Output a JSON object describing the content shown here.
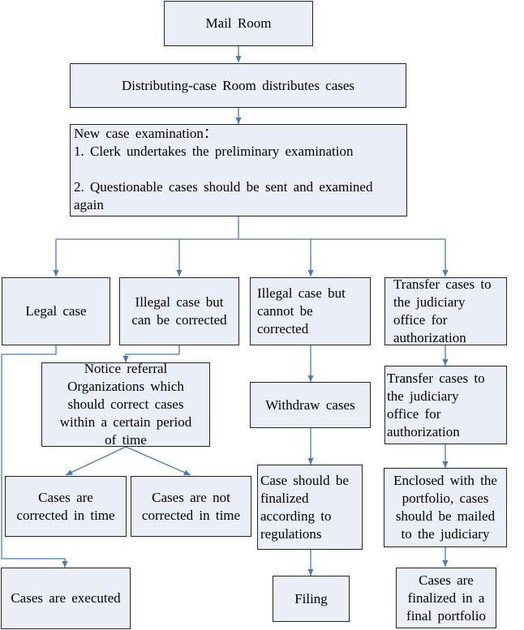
{
  "colors": {
    "box_fill": "#e9eef7",
    "box_border": "#222222",
    "arrow": "#4a7bb5"
  },
  "nodes": {
    "mail_room": "Mail  Room",
    "distributing": "Distributing-case  Room  distributes  cases",
    "exam_title": "New  case examination：",
    "exam_item1": "1. Clerk  undertakes the  preliminary  examination",
    "exam_item2": "2.  Questionable  cases should  be  sent  and  examined\n    again",
    "legal_case": "Legal  case",
    "illegal_correctable": "Illegal  case  but\ncan  be  corrected",
    "illegal_not_correctable": "Illegal  case  but\ncannot  be\ncorrected",
    "transfer_1": "Transfer  cases to\nthe  judiciary\noffice  for\nauthorization",
    "notice_referral": "Notice  referral\nOrganizations which\nshould correct cases\nwithin a certain period\nof time",
    "withdraw": "Withdraw  cases",
    "transfer_2": "Transfer  cases to\nthe  judiciary\noffice  for\nauthorization",
    "corrected_in_time": "Cases  are\ncorrected  in  time",
    "not_corrected": "Cases  are  not\ncorrected  in  time",
    "finalized_regulations": "Case  should  be\nfinalized\naccording  to\nregulations",
    "enclosed_portfolio": "Enclosed  with  the\nportfolio,  cases\nshould  be  mailed\nto  the  judiciary",
    "executed": "Cases  are  executed",
    "filing": "Filing",
    "final_portfolio": "Cases  are\nfinalized  in  a\nfinal  portfolio"
  }
}
